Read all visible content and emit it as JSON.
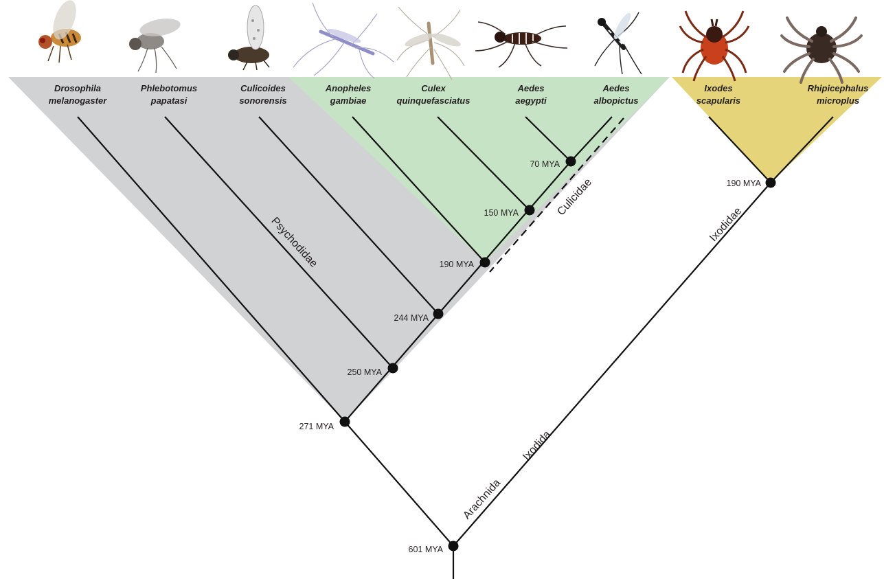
{
  "colors": {
    "psychodidae_bg": "#d1d2d4",
    "culicidae_bg": "#c7e3c6",
    "ixodidae_bg": "#e6d47a",
    "line": "#111111"
  },
  "species": [
    {
      "id": "drosophila",
      "line1": "Drosophila",
      "line2": "melanogaster",
      "icon": "fruit-fly-photo"
    },
    {
      "id": "phlebotomus",
      "line1": "Phlebotomus",
      "line2": "papatasi",
      "icon": "sand-fly-photo"
    },
    {
      "id": "culicoides",
      "line1": "Culicoides",
      "line2": "sonorensis",
      "icon": "biting-midge-photo"
    },
    {
      "id": "anopheles",
      "line1": "Anopheles",
      "line2": "gambiae",
      "icon": "anopheles-mosquito-photo"
    },
    {
      "id": "culex",
      "line1": "Culex",
      "line2": "quinquefasciatus",
      "icon": "culex-mosquito-photo"
    },
    {
      "id": "aedes-aegypti",
      "line1": "Aedes",
      "line2": "aegypti",
      "icon": "aedes-aegypti-mosquito-photo"
    },
    {
      "id": "aedes-albopictus",
      "line1": "Aedes",
      "line2": "albopictus",
      "icon": "aedes-albopictus-mosquito-photo"
    },
    {
      "id": "ixodes",
      "line1": "Ixodes",
      "line2": "scapularis",
      "icon": "deer-tick-photo"
    },
    {
      "id": "rhipicephalus",
      "line1": "Rhipicephalus",
      "line2": "microplus",
      "icon": "cattle-tick-photo"
    }
  ],
  "nodes": [
    {
      "id": "n70",
      "label": "70 MYA"
    },
    {
      "id": "n150",
      "label": "150 MYA"
    },
    {
      "id": "n190c",
      "label": "190 MYA"
    },
    {
      "id": "n244",
      "label": "244 MYA"
    },
    {
      "id": "n250",
      "label": "250 MYA"
    },
    {
      "id": "n271",
      "label": "271 MYA"
    },
    {
      "id": "n601",
      "label": "601 MYA"
    },
    {
      "id": "n190t",
      "label": "190 MYA"
    }
  ],
  "clades": {
    "psychodidae": "Psychodidae",
    "culicidae": "Culicidae",
    "ixodidae": "Ixodidae",
    "ixodida": "Ixodida",
    "arachnida": "Arachnida"
  }
}
